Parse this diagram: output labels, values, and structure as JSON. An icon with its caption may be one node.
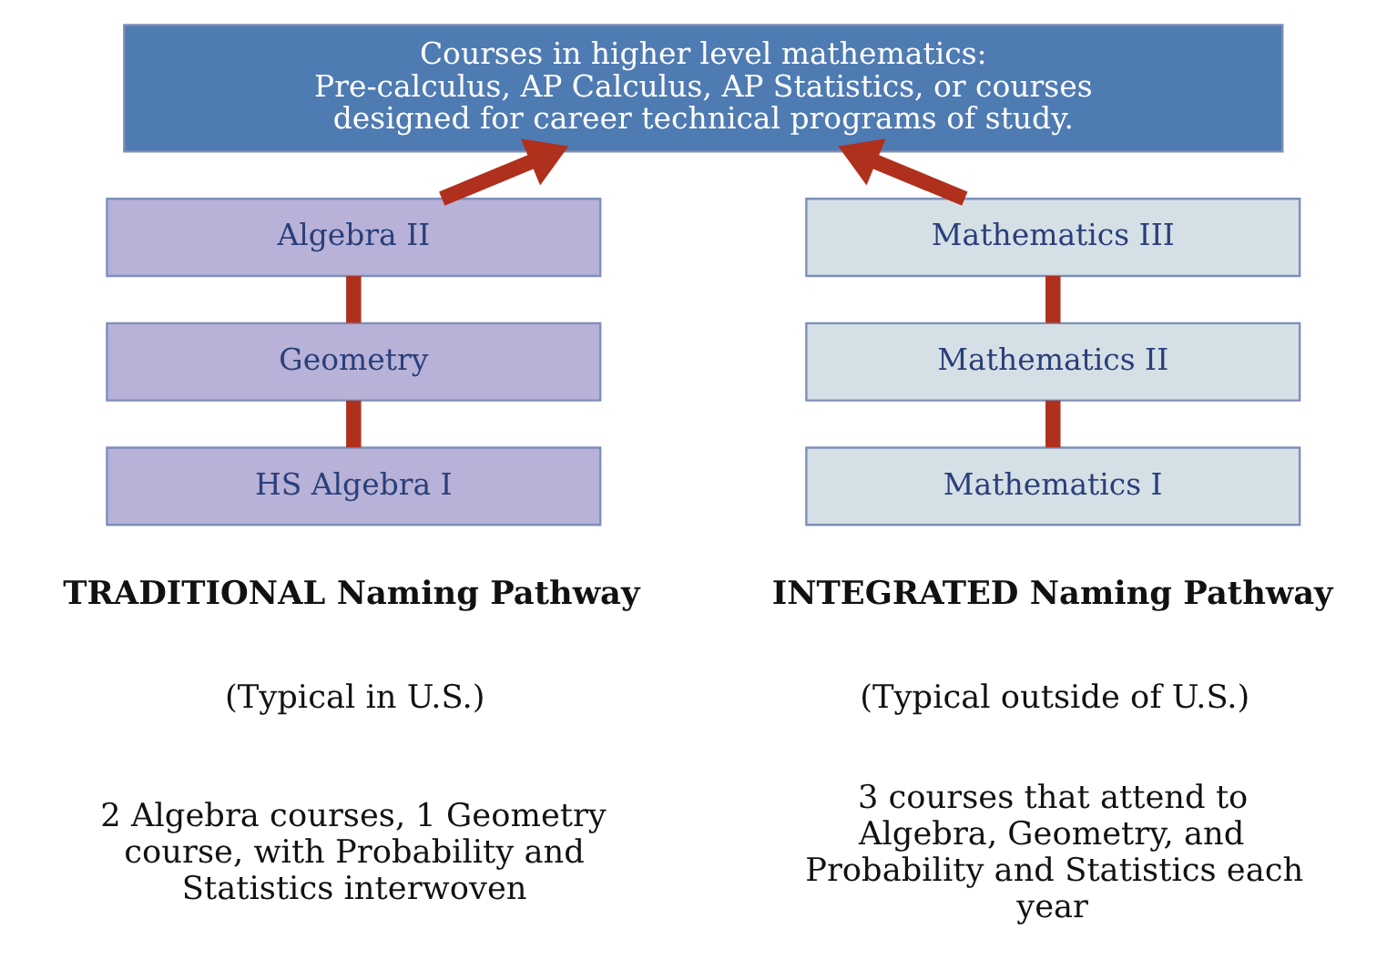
{
  "diagram": {
    "nodes": [
      {
        "text": [
          "Courses in higher level mathematics:",
          "Pre-calculus, AP Calculus, AP Statistics, or courses designed for career technical programs of study."
        ]
      },
      {
        "text": [
          "Algebra II"
        ]
      },
      {
        "text": [
          "Geometry"
        ]
      },
      {
        "text": [
          "HS Algebra I"
        ]
      },
      {
        "text": [
          "Mathematics III"
        ]
      },
      {
        "text": [
          "Mathematics II"
        ]
      },
      {
        "text": [
          "Mathematics I"
        ]
      }
    ],
    "edges": [
      {
        "from": 3,
        "to": 2,
        "arrow": "none"
      },
      {
        "from": 2,
        "to": 1,
        "arrow": "none"
      },
      {
        "from": 1,
        "to": 0,
        "arrow": "to"
      },
      {
        "from": 6,
        "to": 5,
        "arrow": "none"
      },
      {
        "from": 5,
        "to": 4,
        "arrow": "none"
      },
      {
        "from": 4,
        "to": 0,
        "arrow": "to"
      }
    ],
    "labels": [
      "TRADITIONAL Naming Pathway",
      "(Typical in U.S.)",
      "2 Algebra courses, 1 Geometry course, with Probability and Statistics interwoven",
      "INTEGRATED Naming Pathway",
      "(Typical outside of U.S.)",
      "3 courses that attend to Algebra, Geometry, and Probability and Statistics each year"
    ]
  }
}
